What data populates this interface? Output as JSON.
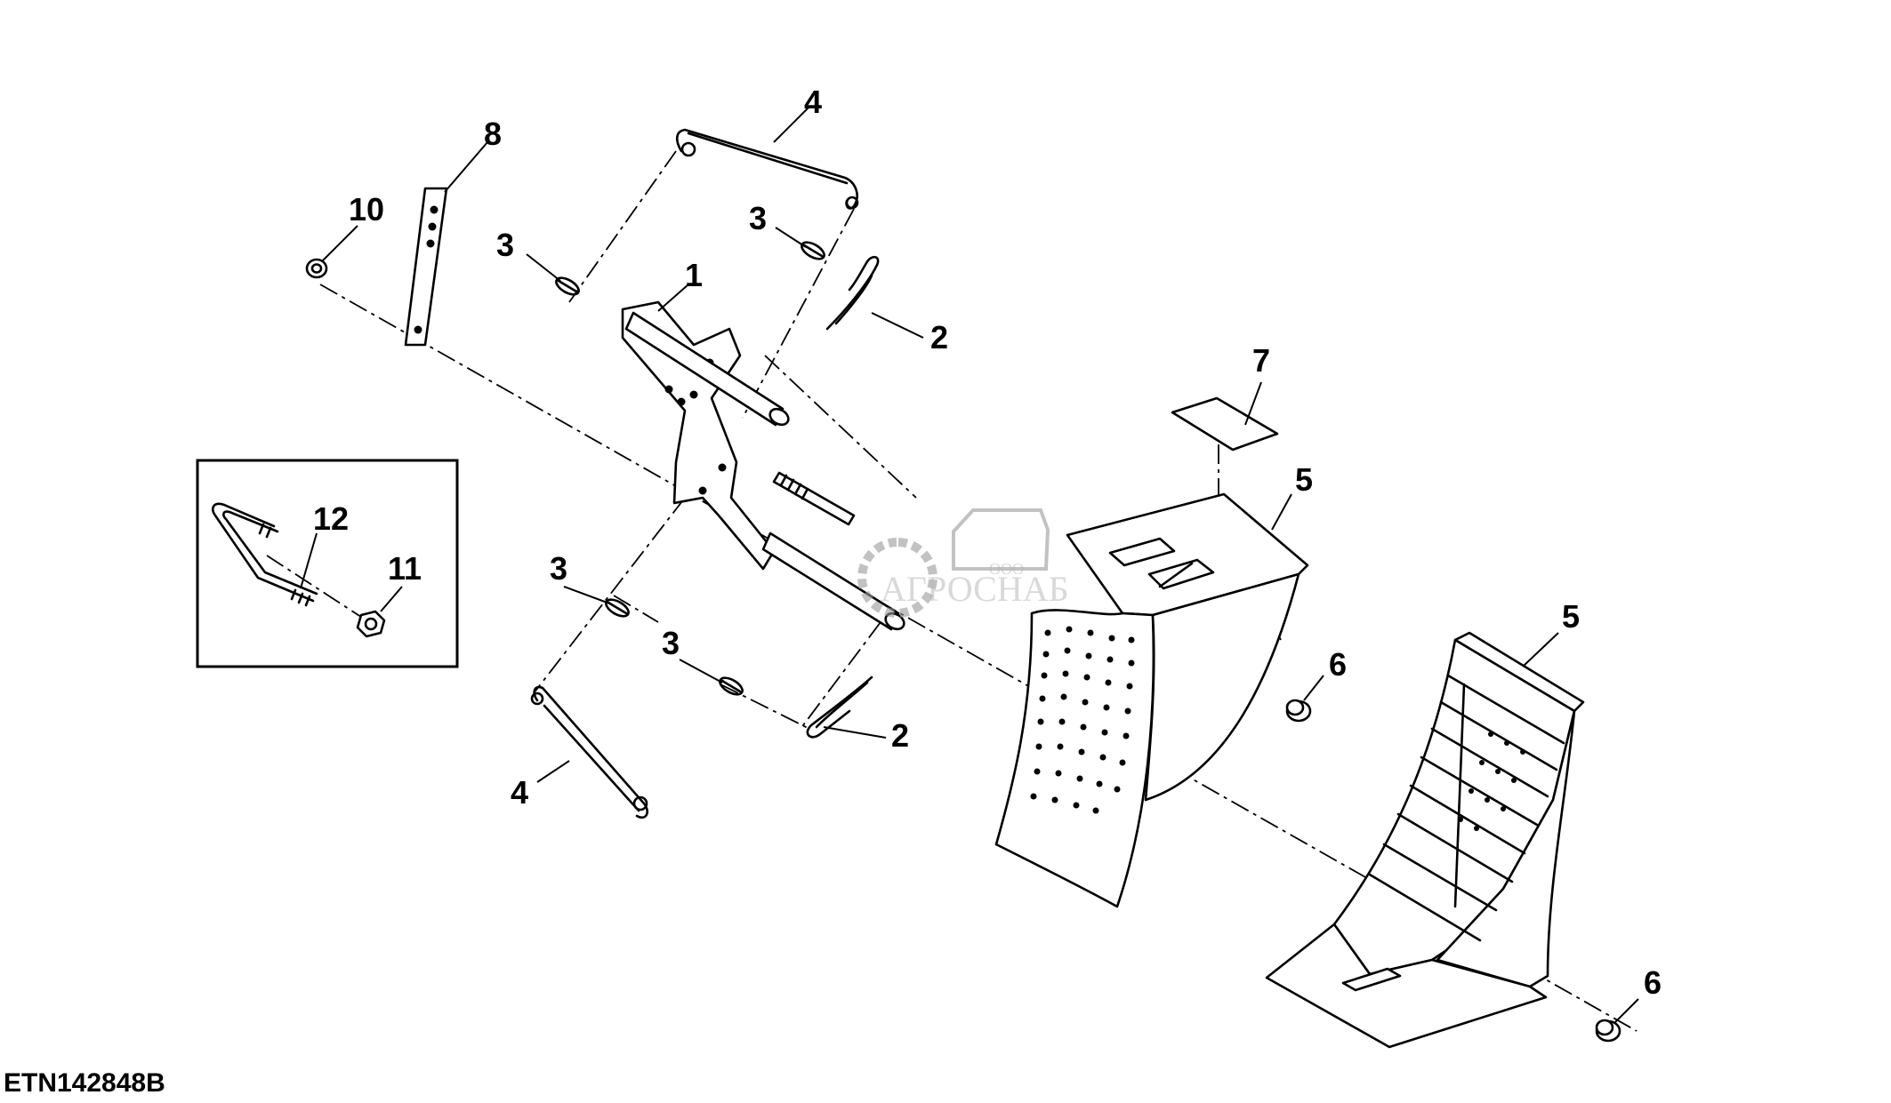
{
  "figure_id": "ETN142848B",
  "callouts": {
    "c1": "1",
    "c2a": "2",
    "c2b": "2",
    "c3a": "3",
    "c3b": "3",
    "c3c": "3",
    "c3d": "3",
    "c4a": "4",
    "c4b": "4",
    "c5a": "5",
    "c5b": "5",
    "c6a": "6",
    "c6b": "6",
    "c7": "7",
    "c8": "8",
    "c10": "10",
    "c11": "11",
    "c12": "12"
  },
  "watermark": {
    "small": "ООО",
    "brand": "АГРОСНАБ"
  }
}
